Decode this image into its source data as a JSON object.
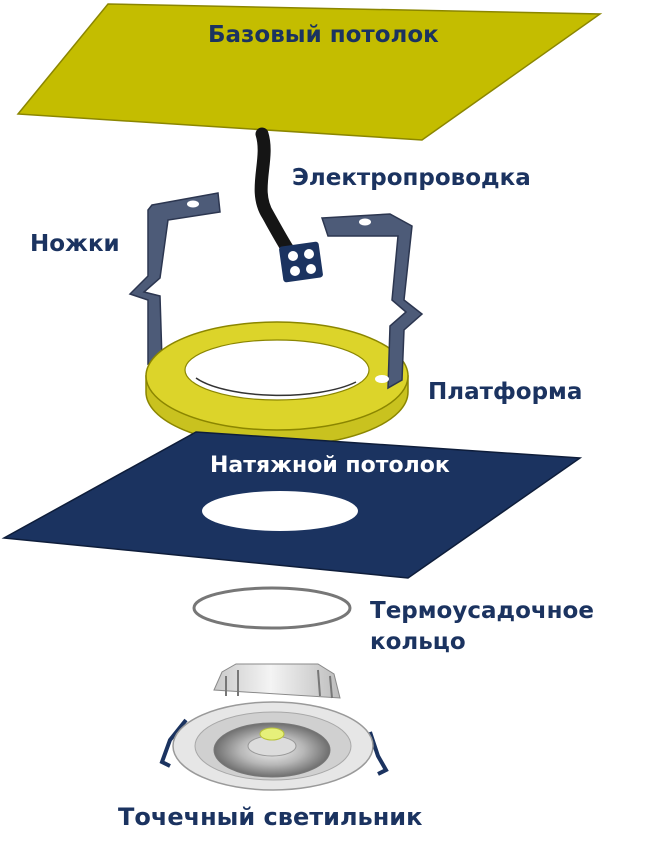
{
  "labels": {
    "base_ceiling": "Базовый потолок",
    "wiring": "Электропроводка",
    "legs": "Ножки",
    "platform": "Платформа",
    "stretch_ceiling": "Натяжной потолок",
    "shrink_ring_line1": "Термоусадочное",
    "shrink_ring_line2": "кольцо",
    "spotlight": "Точечный светильник"
  },
  "colors": {
    "base_ceiling": "#c4bd00",
    "platform": "#dcd42a",
    "stretch_ceiling": "#1b3360",
    "legs": "#4d5b78",
    "label_text": "#1b3360",
    "wire": "#151515"
  }
}
